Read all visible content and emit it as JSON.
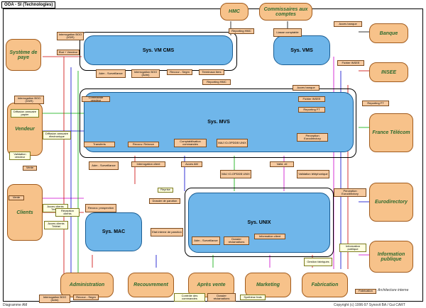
{
  "title": "OOA - SI (Technologies)",
  "footer": {
    "left": "Diagramme AM",
    "right": "Copyright (c) 1996-97 Synovit BA / Gui CART",
    "arch": "Architecture interne"
  },
  "systems": {
    "vm_cms": "Sys. VM CMS",
    "vms": "Sys. VMS",
    "mvs": "Sys. MVS",
    "unix": "Sys. UNIX",
    "mac": "Sys. MAC"
  },
  "actors": {
    "hmc": "HMC",
    "commissaires": "Commissaires aux comptes",
    "banque": "Banque",
    "insee": "INSEE",
    "paye": "Système de paye",
    "vendeur": "Vendeur",
    "france_telecom": "France Télécom",
    "clients": "Clients",
    "eurodirectory": "Eurodirectory",
    "information_publique": "Information publique",
    "administration": "Administration",
    "recouvrement": "Recouvrement",
    "apres_vente": "Après vente",
    "marketing": "Marketing",
    "fabrication": "Fabrication"
  },
  "flows": {
    "f1": "Interrogation BOO (VDR)",
    "f2": "Etat + Vendeur",
    "f3": "Reporting HMC",
    "f4": "Liasse comptable",
    "f5": "Acces banque",
    "f6": "Adm - Surveillance",
    "f7": "Interrogation BOO (Adm)",
    "f8": "Recouv - Segm",
    "f9": "Terminaux tiers",
    "f10": "Fichier INSEE",
    "f11": "Reporting HMC",
    "f12": "Acces banque",
    "f13": "Reporting FT",
    "f14": "Interrogation BOO (VDR)",
    "f15": "Diffusion annuaire papier",
    "f16": "Diffusion annuaire électronique",
    "f17": "Validation vendeur",
    "f18": "Vente",
    "f19": "Commande vendeur",
    "f20": "Fichier INSEE",
    "f21": "Reporting FT",
    "f22": "Transferts",
    "f23": "Recouv. Relance",
    "f24": "Comptabilisation commandes",
    "f25": "MAJ IO-OPDDB UNIX",
    "f26": "Perception Eurodirectory",
    "f27": "Adm - Surveillance",
    "f28": "Interrogation client",
    "f29": "Acces AM",
    "f30": "MAJ IO-OPDDB UNIX",
    "f31": "Valid. ctl",
    "f32": "Validation téléphonique",
    "f33": "Perception Eurodirectory",
    "f34": "Reprise",
    "f35": "Vente",
    "f36": "Acces clients Télétel",
    "f37": "Réception clients",
    "f38": "Dossier de parution",
    "f39": "Recouv. prospection",
    "f40": "Acces clients Télétel",
    "f41": "Etat interne de parution",
    "f42": "Adm - Surveillance",
    "f43": "Dossier réclamations",
    "f44": "Information client",
    "f45": "Information publique",
    "f46": "Gestion fabriqués",
    "f47": "Interrogation BOO (Adm)",
    "f48": "Recouv - Segm",
    "f49": "Contrôle des commandes",
    "f50": "Dossier réclamations",
    "f51": "Synthèse frais",
    "f52": "Fabrication"
  }
}
